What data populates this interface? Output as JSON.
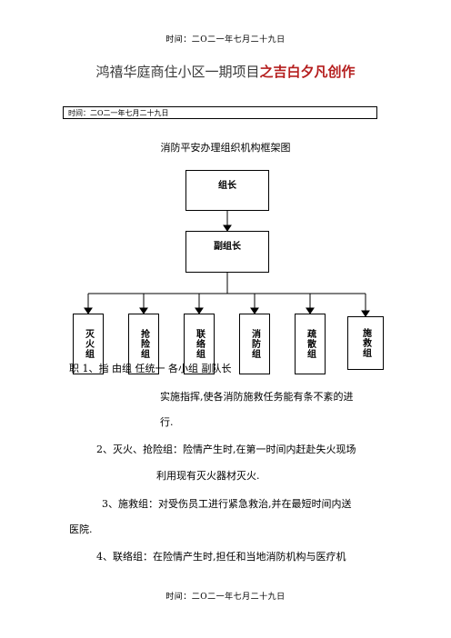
{
  "header": {
    "text": "时间：二O二一年七月二十九日"
  },
  "title": {
    "part1": "鸿禧华庭商住小区一期项目",
    "part2": "之吉白夕凡创作"
  },
  "date_box": {
    "text": "时间：二O二一年七月二十九日"
  },
  "subtitle": "消防平安办理组织机构框架图",
  "chart": {
    "leader": "组长",
    "deputy": "副组长",
    "teams": [
      "灭火组",
      "抢险组",
      "联络组",
      "消防组",
      "疏散组",
      "施救组"
    ]
  },
  "body": {
    "line1": "职  1、指    由组    任统一    各小组    副队长",
    "line2": "实施指挥,使各消防施救任务能有条不紊的进",
    "line3": "行.",
    "line4": "2、灭火、抢险组：险情产生时,在第一时间内赶赴失火现场",
    "line5": "利用现有灭火器材灭火.",
    "line6": "3、施救组：对受伤员工进行紧急救治,并在最短时间内送",
    "line7": "医院.",
    "line8": "4、联络组：在险情产生时,担任和当地消防机构与医疗机"
  },
  "footer": {
    "text": "时间：二O二一年七月二十九日"
  }
}
